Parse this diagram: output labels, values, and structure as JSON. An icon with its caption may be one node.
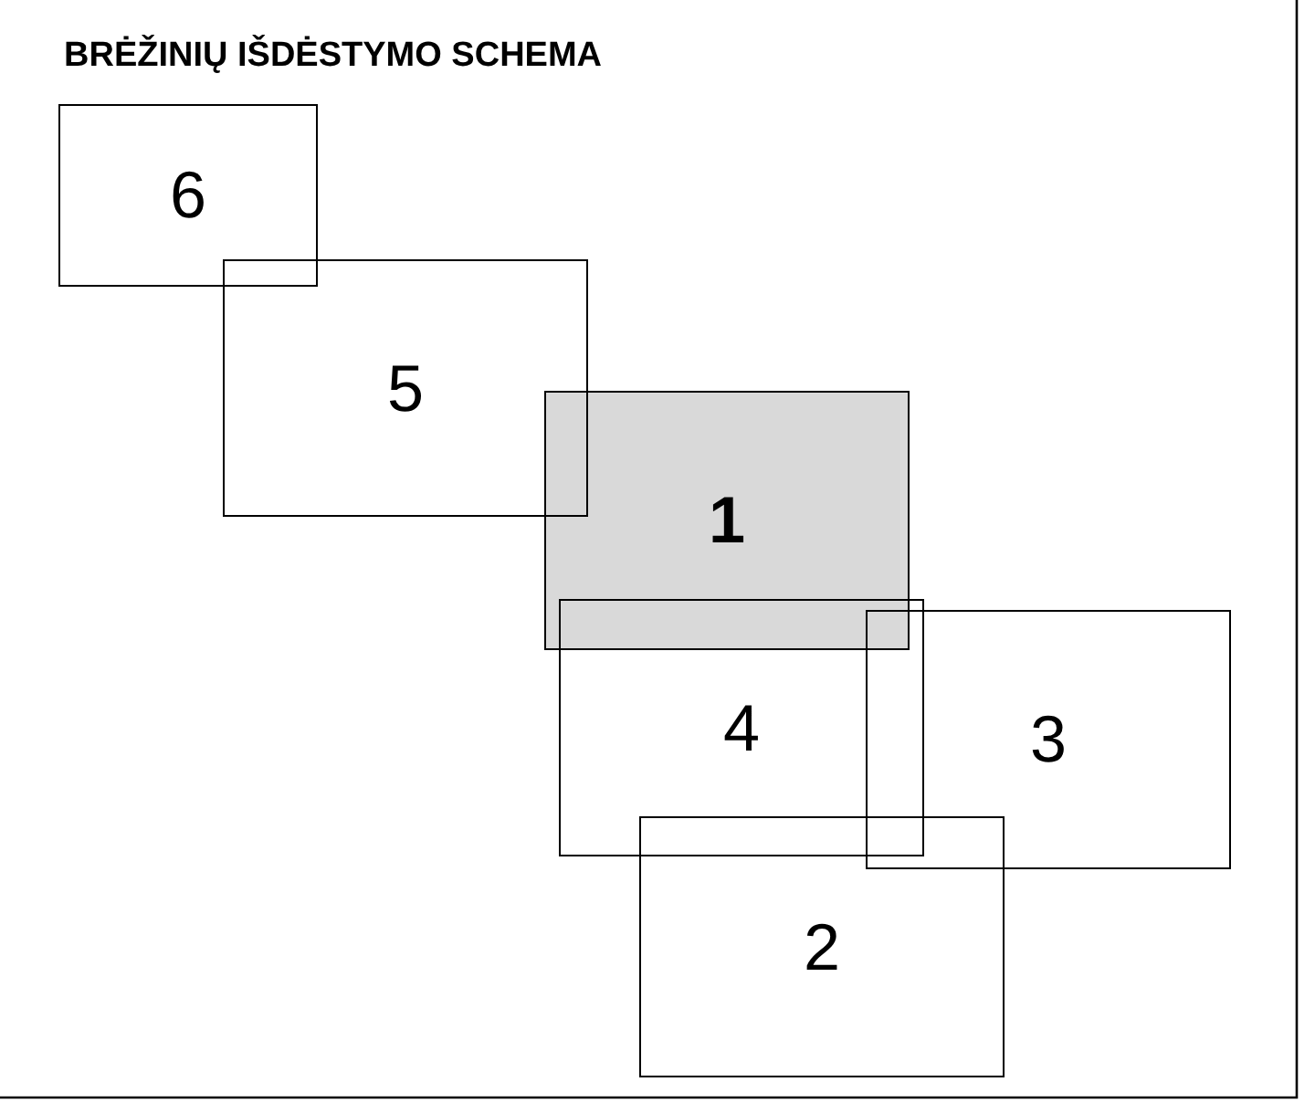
{
  "diagram": {
    "title": "BRĖŽINIŲ IŠDĖSTYMO SCHEMA",
    "nodes": [
      {
        "text": [
          "6"
        ]
      },
      {
        "text": [
          "5"
        ]
      },
      {
        "text": [
          "1"
        ]
      },
      {
        "text": [
          "4"
        ]
      },
      {
        "text": [
          "3"
        ]
      },
      {
        "text": [
          "2"
        ]
      }
    ],
    "edges": []
  }
}
